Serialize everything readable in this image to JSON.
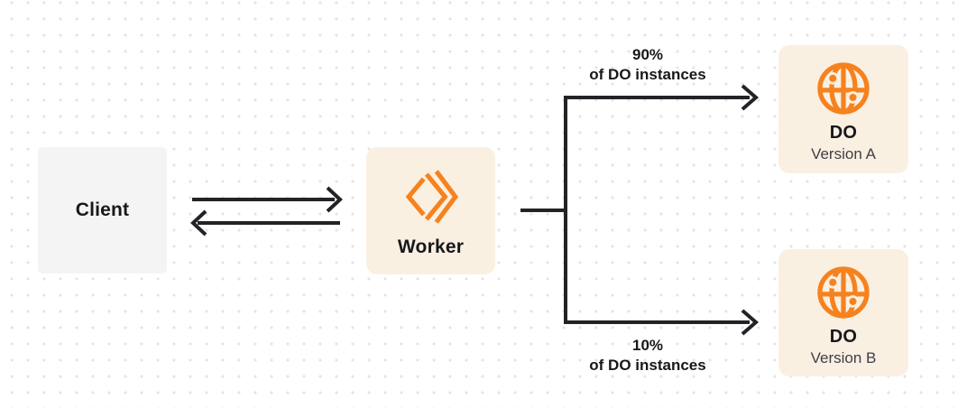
{
  "colors": {
    "accent_orange": "#F6821F",
    "box_cream": "#FAF0E2",
    "box_gray": "#F4F4F5",
    "stroke_dark": "#212326",
    "text_dark": "#18181B",
    "text_secondary": "#3F3F46",
    "dot_color": "#E4E4E7",
    "canvas_bg": "#FFFFFF"
  },
  "nodes": {
    "client": {
      "label": "Client"
    },
    "worker": {
      "label": "Worker",
      "icon": "workers-icon"
    },
    "do_a": {
      "title": "DO",
      "subtitle": "Version A",
      "icon": "globe-icon"
    },
    "do_b": {
      "title": "DO",
      "subtitle": "Version B",
      "icon": "globe-icon"
    }
  },
  "edges": {
    "client_worker": {
      "direction": "bidirectional"
    },
    "top_branch": {
      "percent": "90%",
      "caption": "of DO instances",
      "from": "Worker",
      "to": "DO Version A"
    },
    "bottom_branch": {
      "percent": "10%",
      "caption": "of DO instances",
      "from": "Worker",
      "to": "DO Version B"
    }
  }
}
